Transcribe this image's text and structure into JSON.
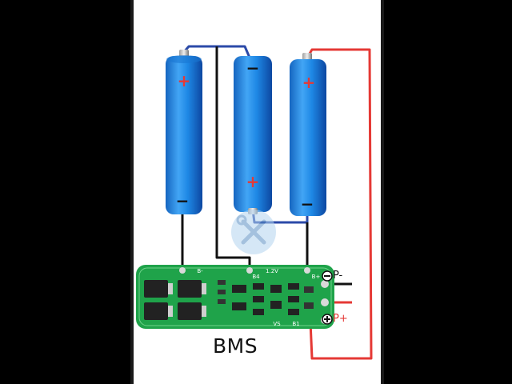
{
  "diagram": {
    "bms_label": "BMS",
    "p_minus_label": "P-",
    "p_plus_label": "P+",
    "battery_markings": {
      "plus": "+",
      "minus": "−"
    },
    "board_silkscreen": {
      "b_minus": "B-",
      "v_1_2": "1.2V",
      "b_plus": "B+",
      "b4": "B4",
      "vs": "VS",
      "b1": "B1"
    },
    "colors": {
      "battery_blue": "#1e88e5",
      "board_green": "#1fa34a",
      "wire_red": "#e53935",
      "wire_blue": "#2b4aa8",
      "wire_black": "#111111"
    },
    "icons": [
      "wrench-screwdriver-icon"
    ]
  }
}
